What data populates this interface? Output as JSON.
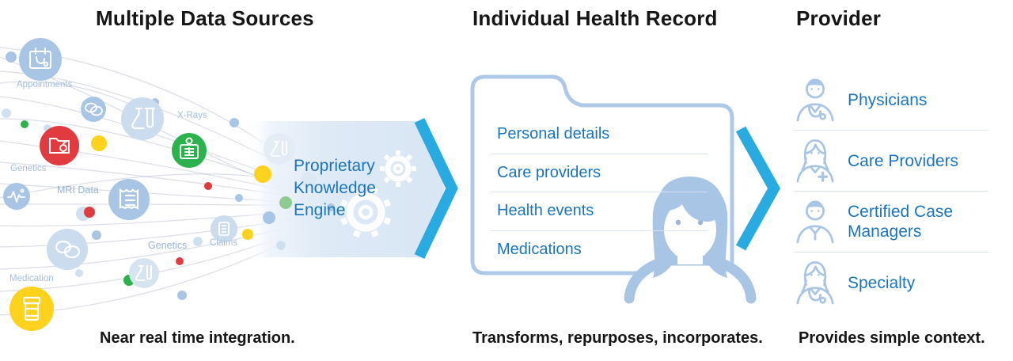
{
  "sources": {
    "title": "Multiple Data Sources",
    "caption": "Near real time integration.",
    "labels": {
      "appointments": "Appointments",
      "xrays": "X-Rays",
      "genetics_upper": "Genetics",
      "mri": "MRI Data",
      "genetics_lower": "Genetics",
      "claims": "Claims",
      "medication": "Medication"
    }
  },
  "engine": {
    "line1": "Proprietary",
    "line2": "Knowledge",
    "line3": "Engine"
  },
  "record": {
    "title": "Individual Health Record",
    "caption": "Transforms, repurposes, incorporates.",
    "items": [
      "Personal details",
      "Care providers",
      "Health events",
      "Medications"
    ]
  },
  "provider": {
    "title": "Provider",
    "caption": "Provides simple context.",
    "items": [
      {
        "label": "Physicians",
        "icon": "physician-icon"
      },
      {
        "label": "Care Providers",
        "icon": "care-provider-icon"
      },
      {
        "label": "Certified Case Managers",
        "icon": "case-manager-icon"
      },
      {
        "label": "Specialty",
        "icon": "specialty-icon"
      }
    ]
  },
  "colors": {
    "accent_text_blue": "#1B75BC",
    "chevron_blue": "#29ABE2",
    "node_blue": "#A9C5E5",
    "node_pale_blue": "#CBDCEE",
    "node_green": "#2BB24C",
    "node_red": "#E23B3F",
    "node_yellow": "#FFD21E",
    "band_blue": "#D9E6F4",
    "heading_black": "#161616"
  }
}
